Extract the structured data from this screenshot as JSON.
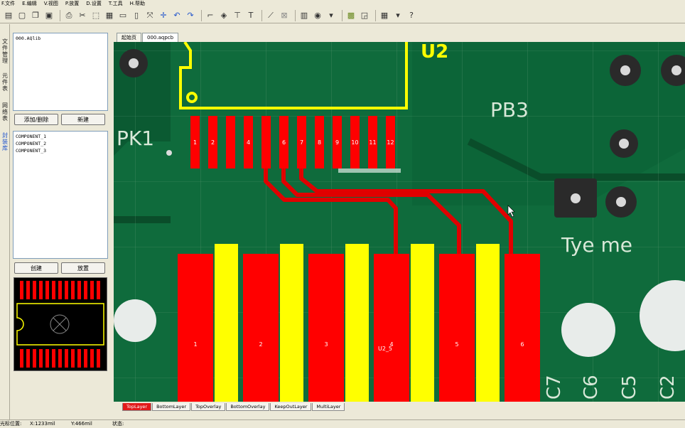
{
  "menu": [
    "F.文件",
    "E.编辑",
    "V.视图",
    "P.放置",
    "D.设置",
    "T.工具",
    "H.帮助"
  ],
  "toolbar_icons": [
    "open-icon",
    "new-icon",
    "copy-icon",
    "save-icon",
    "print-icon",
    "cut-icon",
    "select-icon",
    "paste-icon",
    "rect-icon",
    "doc-icon",
    "route-icon",
    "cross-icon",
    "undo-icon",
    "redo-icon",
    "wire-icon",
    "via-icon",
    "pad-icon",
    "text-icon",
    "probe-icon",
    "delete-icon",
    "layer-icon",
    "circle-icon",
    "board-icon",
    "rule-icon",
    "grid-icon",
    "help-icon"
  ],
  "left_tabs": [
    "文件管理",
    "元件表",
    "网络表",
    "封装库"
  ],
  "library_panel": {
    "files": [
      "000.AQlib"
    ],
    "add_remove_button": "添加/删除",
    "new_button": "新建",
    "components": [
      "COMPONENT_1",
      "COMPONENT_2",
      "COMPONENT_3"
    ],
    "create_button": "创建",
    "place_button": "放置"
  },
  "doc_tabs": [
    "起始页",
    "000.aqpcb"
  ],
  "board": {
    "labels": [
      "U2",
      "PB3",
      "PK1",
      "Tye me",
      "C7",
      "C6",
      "C5",
      "C2"
    ],
    "fine_pads": [
      "1",
      "2",
      "",
      "4",
      "",
      "6",
      "7",
      "8",
      "9",
      "10",
      "11",
      "12"
    ],
    "big_pads": [
      "1",
      "2",
      "3",
      "4",
      "5",
      "6"
    ],
    "pad4_designator": "U2_5",
    "colors": {
      "board": "#0f6b3c",
      "pad": "#ff0000",
      "silk": "#ffff00",
      "track": "#e00000"
    }
  },
  "layer_tabs": [
    "TopLayer",
    "BottomLayer",
    "TopOverlay",
    "BottomOverlay",
    "KeepOutLayer",
    "MultiLayer"
  ],
  "status": {
    "position_label": "光标位置:",
    "x": "X:1233mil",
    "y": "Y:466mil",
    "state_label": "状态:"
  }
}
